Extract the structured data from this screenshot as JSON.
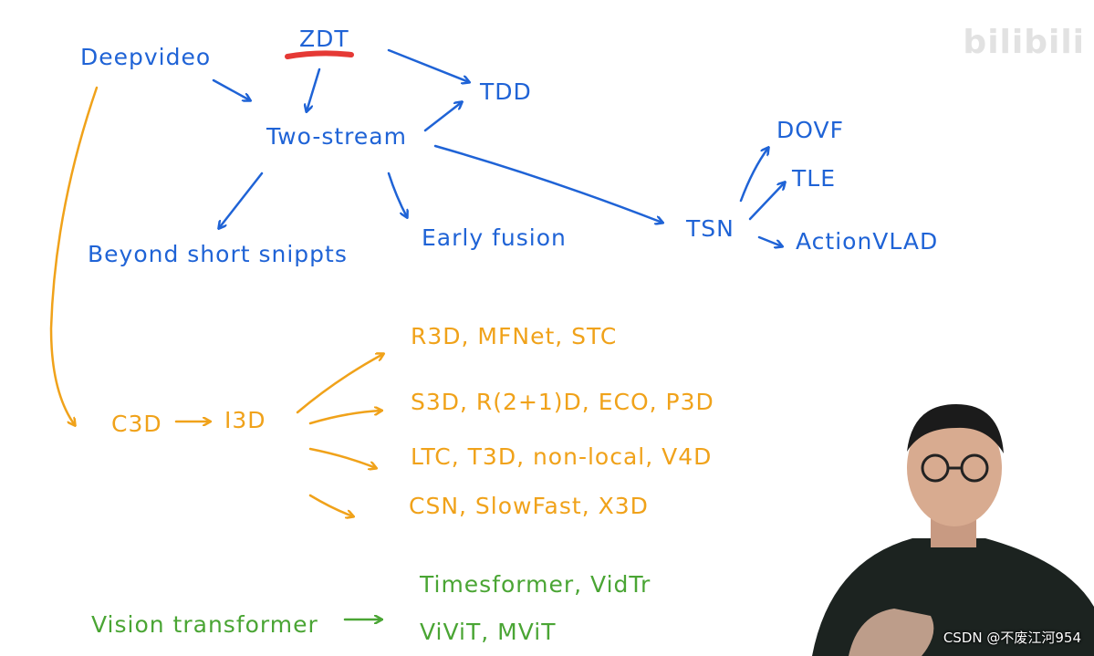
{
  "colors": {
    "blue": "#1f63d6",
    "orange": "#f0a21a",
    "green": "#4aa534",
    "underline": "#e53935"
  },
  "nodes": {
    "deepvideo": "Deepvideo",
    "zdt": "ZDT",
    "tdd": "TDD",
    "two_stream": "Two-stream",
    "beyond": "Beyond short snippts",
    "early_fusion": "Early fusion",
    "tsn": "TSN",
    "dovf": "DOVF",
    "tle": "TLE",
    "actionvlad": "ActionVLAD",
    "c3d": "C3D",
    "i3d": "I3D",
    "r3d": "R3D, MFNet, STC",
    "s3d": "S3D, R(2+1)D, ECO, P3D",
    "ltc": "LTC, T3D, non-local, V4D",
    "csn": "CSN, SlowFast, X3D",
    "vit_source": "Vision transformer",
    "timesformer": "Timesformer, VidTr",
    "vivit": "ViViT, MViT"
  },
  "watermark": "bilibili",
  "credit": "CSDN @不废江河954"
}
